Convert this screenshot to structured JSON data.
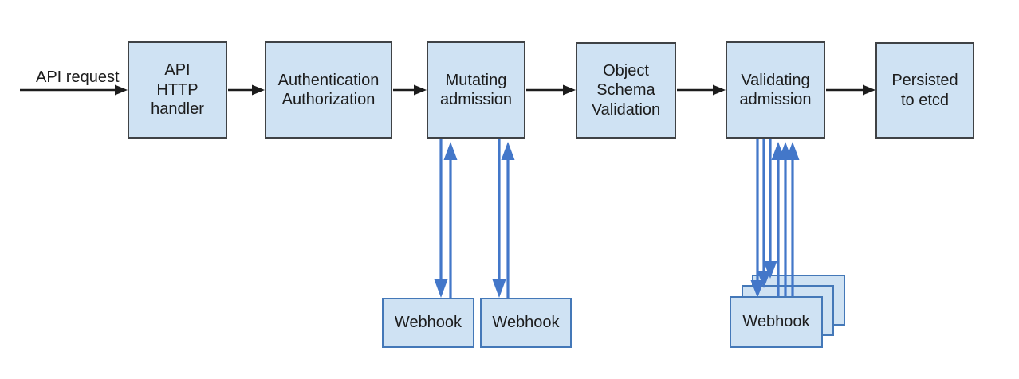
{
  "diagram": {
    "request_label": "API request",
    "stages": [
      {
        "id": "api-http-handler",
        "label": "API\nHTTP\nhandler"
      },
      {
        "id": "authentication-authorization",
        "label": "Authentication\nAuthorization"
      },
      {
        "id": "mutating-admission",
        "label": "Mutating\nadmission"
      },
      {
        "id": "object-schema-validation",
        "label": "Object\nSchema\nValidation"
      },
      {
        "id": "validating-admission",
        "label": "Validating\nadmission"
      },
      {
        "id": "persisted-to-etcd",
        "label": "Persisted\nto etcd"
      }
    ],
    "webhooks": {
      "mutating": [
        "Webhook",
        "Webhook"
      ],
      "validating": [
        "Webhook"
      ]
    },
    "colors": {
      "box_fill": "#cfe2f3",
      "stage_border": "#3f4245",
      "webhook_border": "#4478b8",
      "arrow_blue": "#4377c9",
      "arrow_black": "#1c1c1c"
    }
  }
}
